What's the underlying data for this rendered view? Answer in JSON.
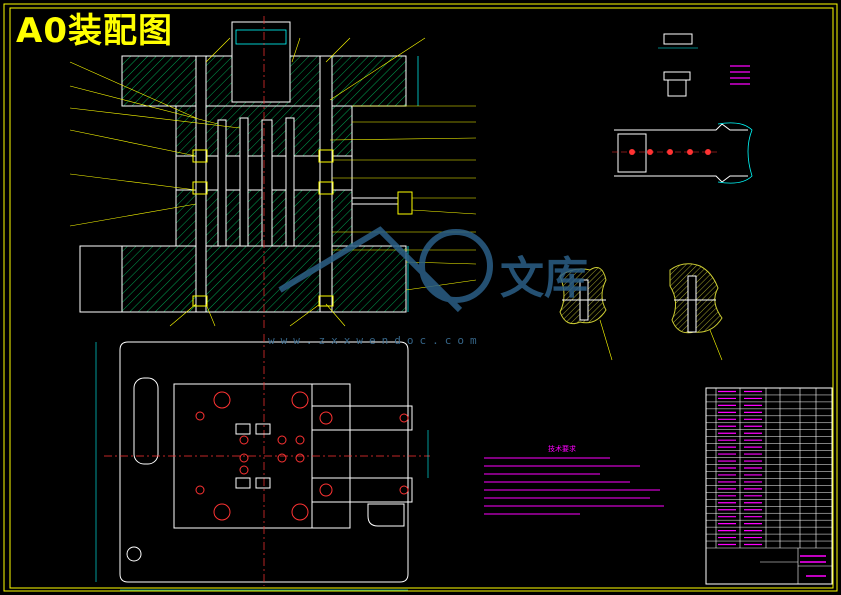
{
  "drawing": {
    "title": "A0装配图",
    "watermark_text": "文库",
    "watermark_url": "www.zxxwendoc.com",
    "tech_notes_title": "技术要求",
    "tech_notes_count": 8,
    "bom_rows": 23
  },
  "colors": {
    "background": "#000000",
    "frame": "#ffff00",
    "outline": "#ffffff",
    "hatch": "#00cc66",
    "centerline": "#ff3333",
    "leader": "#ffff00",
    "notes": "#ff00ff",
    "section_fill": "#cccc33",
    "dimension": "#00ffff",
    "watermark": "#2b5f86"
  },
  "icons": {
    "watermark_logo": "wenku-logo-icon"
  }
}
